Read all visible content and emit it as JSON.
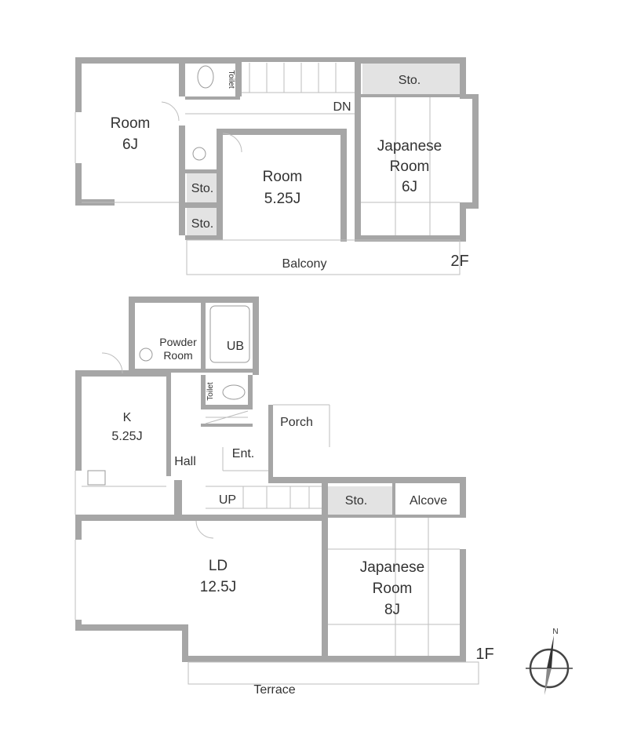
{
  "floor2": {
    "label": "2F",
    "room_west": {
      "name": "Room",
      "size": "6J"
    },
    "toilet": "Toilet",
    "dn": "DN",
    "sto_ne": "Sto.",
    "japanese_room": {
      "line1": "Japanese",
      "line2": "Room",
      "size": "6J"
    },
    "sto_mid": "Sto.",
    "sto_low": "Sto.",
    "room_center": {
      "name": "Room",
      "size": "5.25J"
    },
    "balcony": "Balcony"
  },
  "floor1": {
    "label": "1F",
    "powder_room": {
      "line1": "Powder",
      "line2": "Room"
    },
    "ub": "UB",
    "toilet": "Toilet",
    "kitchen": {
      "name": "K",
      "size": "5.25J"
    },
    "porch": "Porch",
    "hall": "Hall",
    "entrance": "Ent.",
    "up": "UP",
    "sto": "Sto.",
    "alcove": "Alcove",
    "ld": {
      "name": "LD",
      "size": "12.5J"
    },
    "japanese_room": {
      "line1": "Japanese",
      "line2": "Room",
      "size": "8J"
    },
    "terrace": "Terrace"
  },
  "compass": {
    "north": "N"
  }
}
